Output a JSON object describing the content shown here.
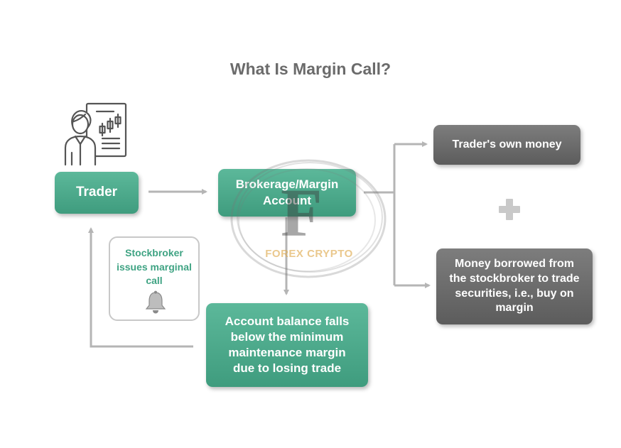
{
  "title": "What Is Margin Call?",
  "nodes": {
    "trader": "Trader",
    "brokerage": "Brokerage/Margin Account",
    "own_money": "Trader's own money",
    "borrowed_money": "Money borrowed from the stockbroker to trade securities, i.e., buy on margin",
    "balance_falls": "Account balance falls below the minimum maintenance margin due to losing trade",
    "margin_call_notice": "Stockbroker issues marginal call"
  },
  "watermark": {
    "letter": "F",
    "text": "FOREX CRYPTO"
  },
  "icons": {
    "trader": "trader-with-chart-icon",
    "plus": "plus-icon",
    "bell": "bell-icon"
  },
  "colors": {
    "green": "#4aa888",
    "gray": "#6a6a6a",
    "title": "#6b6b6b",
    "arrow": "#b5b5b5",
    "notice_text": "#3fa383"
  }
}
